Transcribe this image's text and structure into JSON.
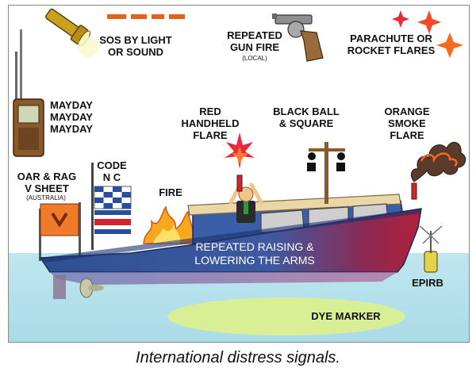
{
  "labels": {
    "sos": "SOS BY LIGHT\nOR SOUND",
    "gun": "REPEATED\nGUN FIRE",
    "gun_note": "(LOCAL)",
    "parachute": "PARACHUTE OR\nROCKET FLARES",
    "mayday": "MAYDAY\nMAYDAY\nMAYDAY",
    "red_flare": "RED\nHANDHELD\nFLARE",
    "black_ball": "BLACK BALL\n& SQUARE",
    "orange_smoke": "ORANGE\nSMOKE\nFLARE",
    "oar": "OAR & RAG\nV SHEET",
    "oar_note": "(AUSTRALIA)",
    "code": "CODE\nN C",
    "fire": "FIRE",
    "arms": "REPEATED RAISING &\nLOWERING THE ARMS",
    "epirb": "EPIRB",
    "dye": "DYE MARKER"
  },
  "caption": "International distress signals.",
  "colors": {
    "sea": "#bfe6ef",
    "hull_blue": "#2f4f93",
    "hull_red": "#b2203a",
    "deck": "#ead6a6",
    "dye": "#d8ef96",
    "flare_orange": "#f46a1f",
    "flare_red": "#e8293a"
  }
}
